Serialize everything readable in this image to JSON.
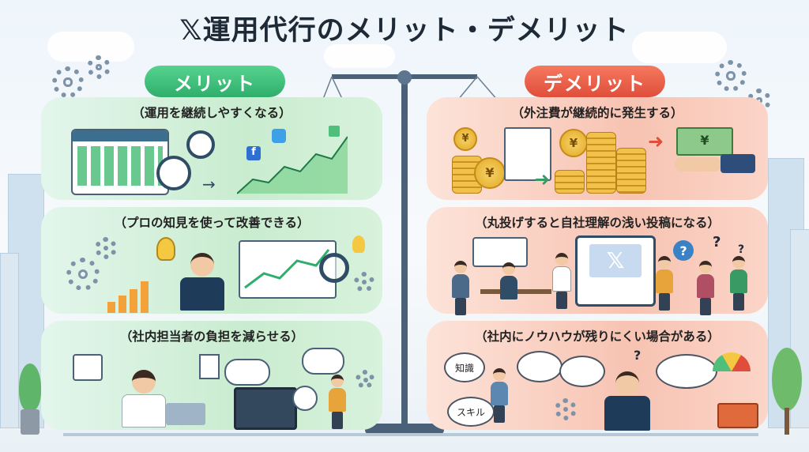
{
  "title": "𝕏運用代行のメリット・デメリット",
  "merit": {
    "heading": "メリット",
    "items": [
      {
        "caption": "（運用を継続しやすくなる）"
      },
      {
        "caption": "（プロの知見を使って改善できる）"
      },
      {
        "caption": "（社内担当者の負担を減らせる）"
      }
    ]
  },
  "demerit": {
    "heading": "デメリット",
    "items": [
      {
        "caption": "（外注費が継続的に発生する）"
      },
      {
        "caption": "（丸投げすると自社理解の浅い投稿になる）"
      },
      {
        "caption": "（社内にノウハウが残りにくい場合がある）"
      }
    ]
  },
  "labels": {
    "yen": "¥",
    "x_logo": "𝕏",
    "fb": "f",
    "knowledge": "知識",
    "skill": "スキル",
    "question": "?"
  },
  "colors": {
    "merit_accent": "#2fae6c",
    "demerit_accent": "#e04e3b"
  }
}
